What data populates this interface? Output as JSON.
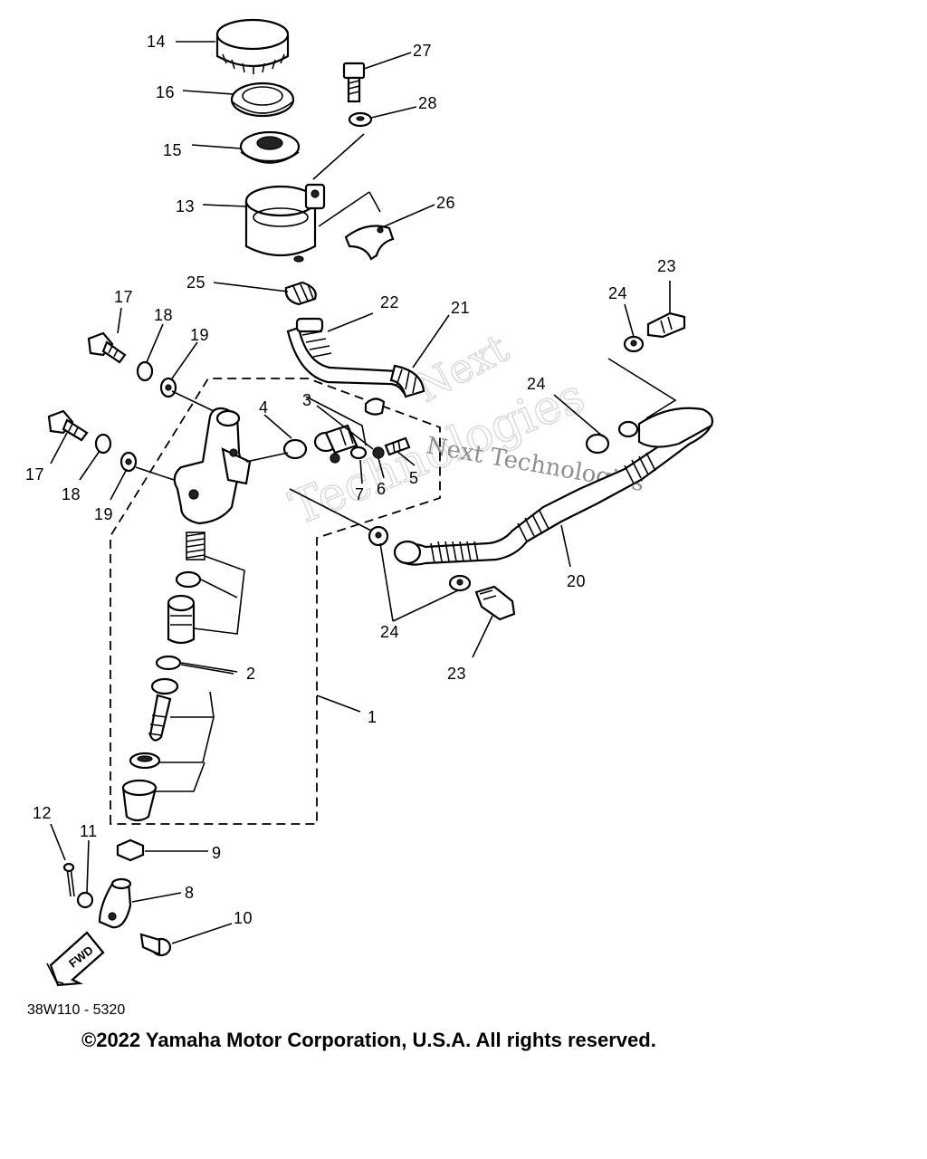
{
  "diagram": {
    "callouts": {
      "c1": "1",
      "c2": "2",
      "c3": "3",
      "c4": "4",
      "c5": "5",
      "c6": "6",
      "c7": "7",
      "c8": "8",
      "c9": "9",
      "c10": "10",
      "c11": "11",
      "c12": "12",
      "c13": "13",
      "c14": "14",
      "c15": "15",
      "c16": "16",
      "c17a": "17",
      "c17b": "17",
      "c18a": "18",
      "c18b": "18",
      "c19a": "19",
      "c19b": "19",
      "c20": "20",
      "c21": "21",
      "c22": "22",
      "c23a": "23",
      "c23b": "23",
      "c24a": "24",
      "c24b": "24",
      "c24c": "24",
      "c25": "25",
      "c26": "26",
      "c27": "27",
      "c28": "28"
    },
    "fwd_label": "FWD",
    "reference_code": "38W110 - 5320",
    "watermark_line1": "Next Technologies",
    "watermark_line2": "Next",
    "watermark_line3": "Technologies"
  },
  "footer": {
    "copyright": "©2022 Yamaha Motor Corporation, U.S.A. All rights reserved."
  }
}
